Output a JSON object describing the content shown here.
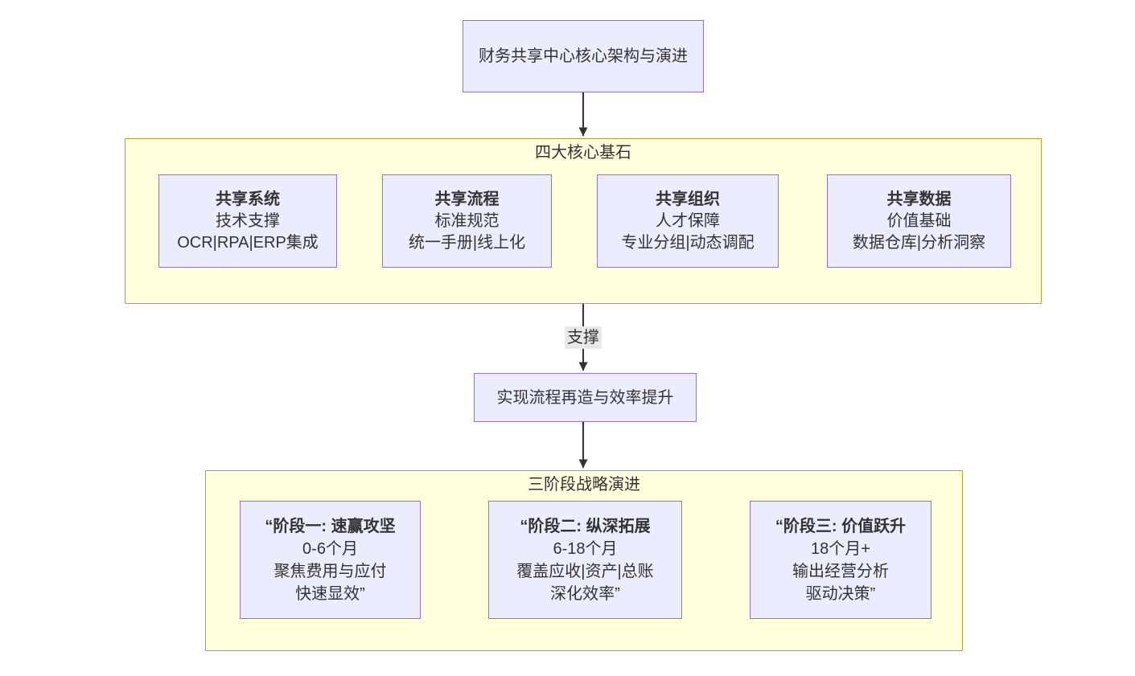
{
  "diagram": {
    "root": {
      "text": "财务共享中心核心架构与演进"
    },
    "pillars_section": {
      "title": "四大核心基石",
      "items": [
        {
          "title": "共享系统",
          "line1": "技术支撑",
          "line2": "OCR|RPA|ERP集成"
        },
        {
          "title": "共享流程",
          "line1": "标准规范",
          "line2": "统一手册|线上化"
        },
        {
          "title": "共享组织",
          "line1": "人才保障",
          "line2": "专业分组|动态调配"
        },
        {
          "title": "共享数据",
          "line1": "价值基础",
          "line2": "数据仓库|分析洞察"
        }
      ]
    },
    "support_edge_label": "支撑",
    "outcome": {
      "text": "实现流程再造与效率提升"
    },
    "stages_section": {
      "title": "三阶段战略演进",
      "items": [
        {
          "title": "“阶段一: 速赢攻坚",
          "line1": "0-6个月",
          "line2": "聚焦费用与应付",
          "line3": "快速显效”"
        },
        {
          "title": "“阶段二: 纵深拓展",
          "line1": "6-18个月",
          "line2": "覆盖应收|资产|总账",
          "line3": "深化效率”"
        },
        {
          "title": "“阶段三: 价值跃升",
          "line1": "18个月+",
          "line2": "输出经营分析",
          "line3": "驱动决策”"
        }
      ]
    }
  },
  "colors": {
    "node_fill": "#ECECFF",
    "node_border": "#9370DB",
    "cluster_fill": "#FFFFDE",
    "cluster_border": "#AAAA33",
    "edge_color": "#333333",
    "text_color": "#333333",
    "edge_label_bg": "#E8E8E8"
  }
}
